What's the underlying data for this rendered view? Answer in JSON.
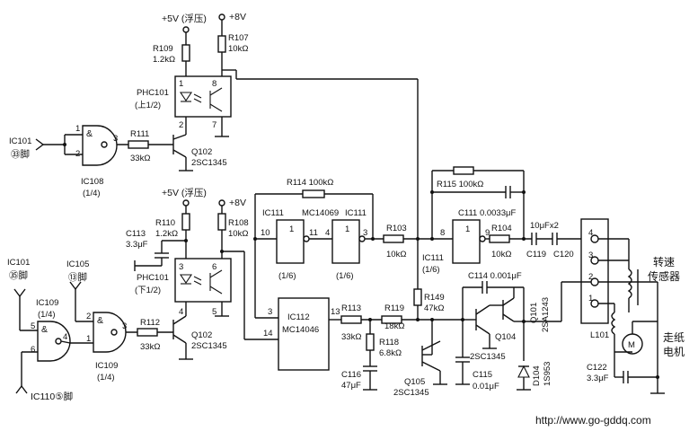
{
  "labels": {
    "in1": "IC101",
    "in1_pin": "㉝脚",
    "in2": "IC101",
    "in2_pin": "㉟脚",
    "in3": "IC105",
    "in3_pin": "⑬脚",
    "in4": "IC110⑤脚",
    "sup1": "+5V (浮压)",
    "sup2": "+8V",
    "sup3": "+5V (浮压)",
    "sup4": "+8V",
    "speed_sensor_1": "转速",
    "speed_sensor_2": "传感器",
    "motor_1": "走纸",
    "motor_2": "电机",
    "watermark": "http://www.go-gddq.com"
  },
  "parts": {
    "r109": "R109",
    "r109_v": "1.2kΩ",
    "r107": "R107",
    "r107_v": "10kΩ",
    "phc1": "PHC101",
    "phc1_s": "(上1/2)",
    "r111": "R111",
    "r111_v": "33kΩ",
    "q102a": "Q102",
    "q102a_t": "2SC1345",
    "ic108": "IC108",
    "ic108_s": "(1/4)",
    "r114": "R114 100kΩ",
    "r115": "R115 100kΩ",
    "ic111a": "IC111",
    "ic111_mc": "MC14069",
    "ic111b": "IC111",
    "ic111c": "IC111",
    "c111": "C111 0.0033μF",
    "c119v": "10μFx2",
    "c119": "C119",
    "c120": "C120",
    "r110": "R110",
    "r110_v": "1.2kΩ",
    "r108": "R108",
    "r108_v": "10kΩ",
    "c113": "C113",
    "c113_v": "3.3μF",
    "phc2": "PHC101",
    "phc2_s": "(下1/2)",
    "ic109a": "IC109",
    "ic109a_s": "(1/4)",
    "ic109b": "IC109",
    "ic109b_s": "(1/4)",
    "r112": "R112",
    "r112_v": "33kΩ",
    "q102b": "Q102",
    "q102b_t": "2SC1345",
    "ic112": "IC112",
    "ic112_mc": "MC14046",
    "r113": "R113",
    "r113_v": "33kΩ",
    "r119": "R119",
    "r119_v": "18kΩ",
    "r149": "R149",
    "r149_v": "47kΩ",
    "r118": "R118",
    "r118_v": "6.8kΩ",
    "c116": "C116",
    "c116_v": "47μF",
    "q105": "Q105",
    "q105_t": "2SC1345",
    "c114": "C114  0.001μF",
    "q101": "Q101",
    "q101_t": "2SA1243",
    "q104": "Q104",
    "q104_t": "2SC1345",
    "c115": "C115",
    "c115_v": "0.01μF",
    "d104": "D104",
    "d104_t": "1S953",
    "l101": "L101",
    "c122": "C122",
    "c122_v": "3.3μF",
    "r103": "R103",
    "r103_v": "10kΩ",
    "r104": "R104",
    "r104_v": "10kΩ"
  },
  "pins": {
    "p1": "1",
    "p2": "2",
    "p3": "3",
    "p4": "4",
    "p5": "5",
    "p6": "6",
    "p7": "7",
    "p8": "8",
    "p9": "9",
    "p10": "10",
    "p11": "11",
    "p13": "13",
    "p14": "14",
    "amp": "&",
    "sixth": "(1/6)",
    "motor": "M"
  }
}
